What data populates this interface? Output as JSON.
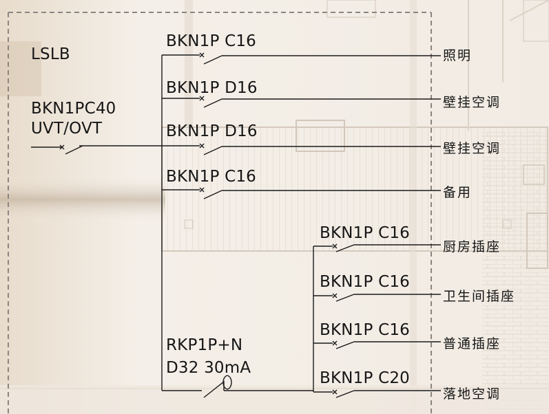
{
  "panel": {
    "name": "LSLB",
    "main_breaker_model": "BKN1PC40",
    "main_breaker_protection": "UVT/OVT"
  },
  "direct_circuits": [
    {
      "breaker": "BKN1P C16",
      "load": "照明"
    },
    {
      "breaker": "BKN1P D16",
      "load": "壁挂空调"
    },
    {
      "breaker": "BKN1P D16",
      "load": "壁挂空调"
    },
    {
      "breaker": "BKN1P C16",
      "load": "备用"
    }
  ],
  "rcd": {
    "model": "RKP1P+N",
    "rating": "D32 30mA"
  },
  "rcd_circuits": [
    {
      "breaker": "BKN1P C16",
      "load": "厨房插座"
    },
    {
      "breaker": "BKN1P C16",
      "load": "卫生间插座"
    },
    {
      "breaker": "BKN1P C16",
      "load": "普通插座"
    },
    {
      "breaker": "BKN1P C20",
      "load": "落地空调"
    }
  ],
  "colors": {
    "line": "#1a1a1a",
    "border_dash": "#8a8580",
    "background": "#f3ede6"
  }
}
